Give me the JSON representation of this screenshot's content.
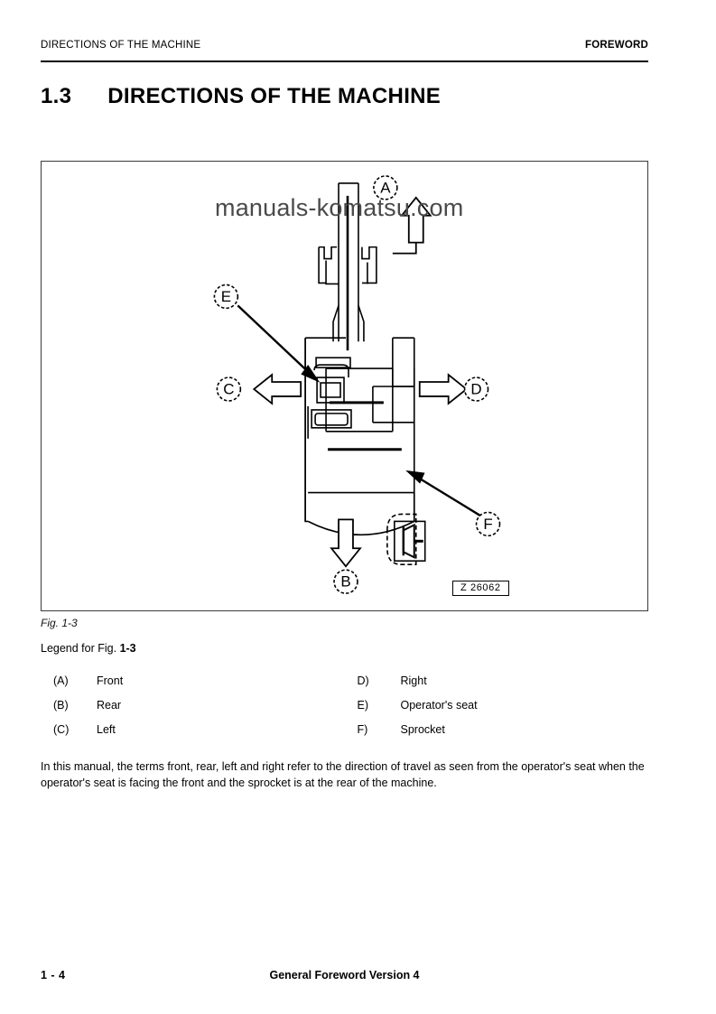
{
  "header": {
    "left": "DIRECTIONS OF THE MACHINE",
    "right": "FOREWORD"
  },
  "title": {
    "number": "1.3",
    "text": "DIRECTIONS OF THE MACHINE"
  },
  "figure": {
    "caption": "Fig. 1-3",
    "legend_title_prefix": "Legend for Fig. ",
    "legend_title_ref": "1-3",
    "drawing_id": "Z 26062",
    "watermark": "manuals-komatsu.com",
    "callouts": {
      "a": "A",
      "b": "B",
      "c": "C",
      "d": "D",
      "e": "E",
      "f": "F"
    }
  },
  "legend": {
    "rows": [
      {
        "left_key": "(A)",
        "left_val": "Front",
        "right_key": "D)",
        "right_val": "Right"
      },
      {
        "left_key": "(B)",
        "left_val": "Rear",
        "right_key": "E)",
        "right_val": "Operator's seat"
      },
      {
        "left_key": "(C)",
        "left_val": "Left",
        "right_key": "F)",
        "right_val": "Sprocket"
      }
    ]
  },
  "body": {
    "paragraph": "In this manual, the terms front, rear, left and right refer to the direction of travel as seen from the operator's seat when the operator's seat is facing the front and the sprocket is at the rear of the machine."
  },
  "footer": {
    "page": "1 - 4",
    "center": "General Foreword Version 4"
  },
  "colors": {
    "ink": "#000000",
    "frame": "#3a3a3a",
    "watermark": "#4a4a4a"
  }
}
